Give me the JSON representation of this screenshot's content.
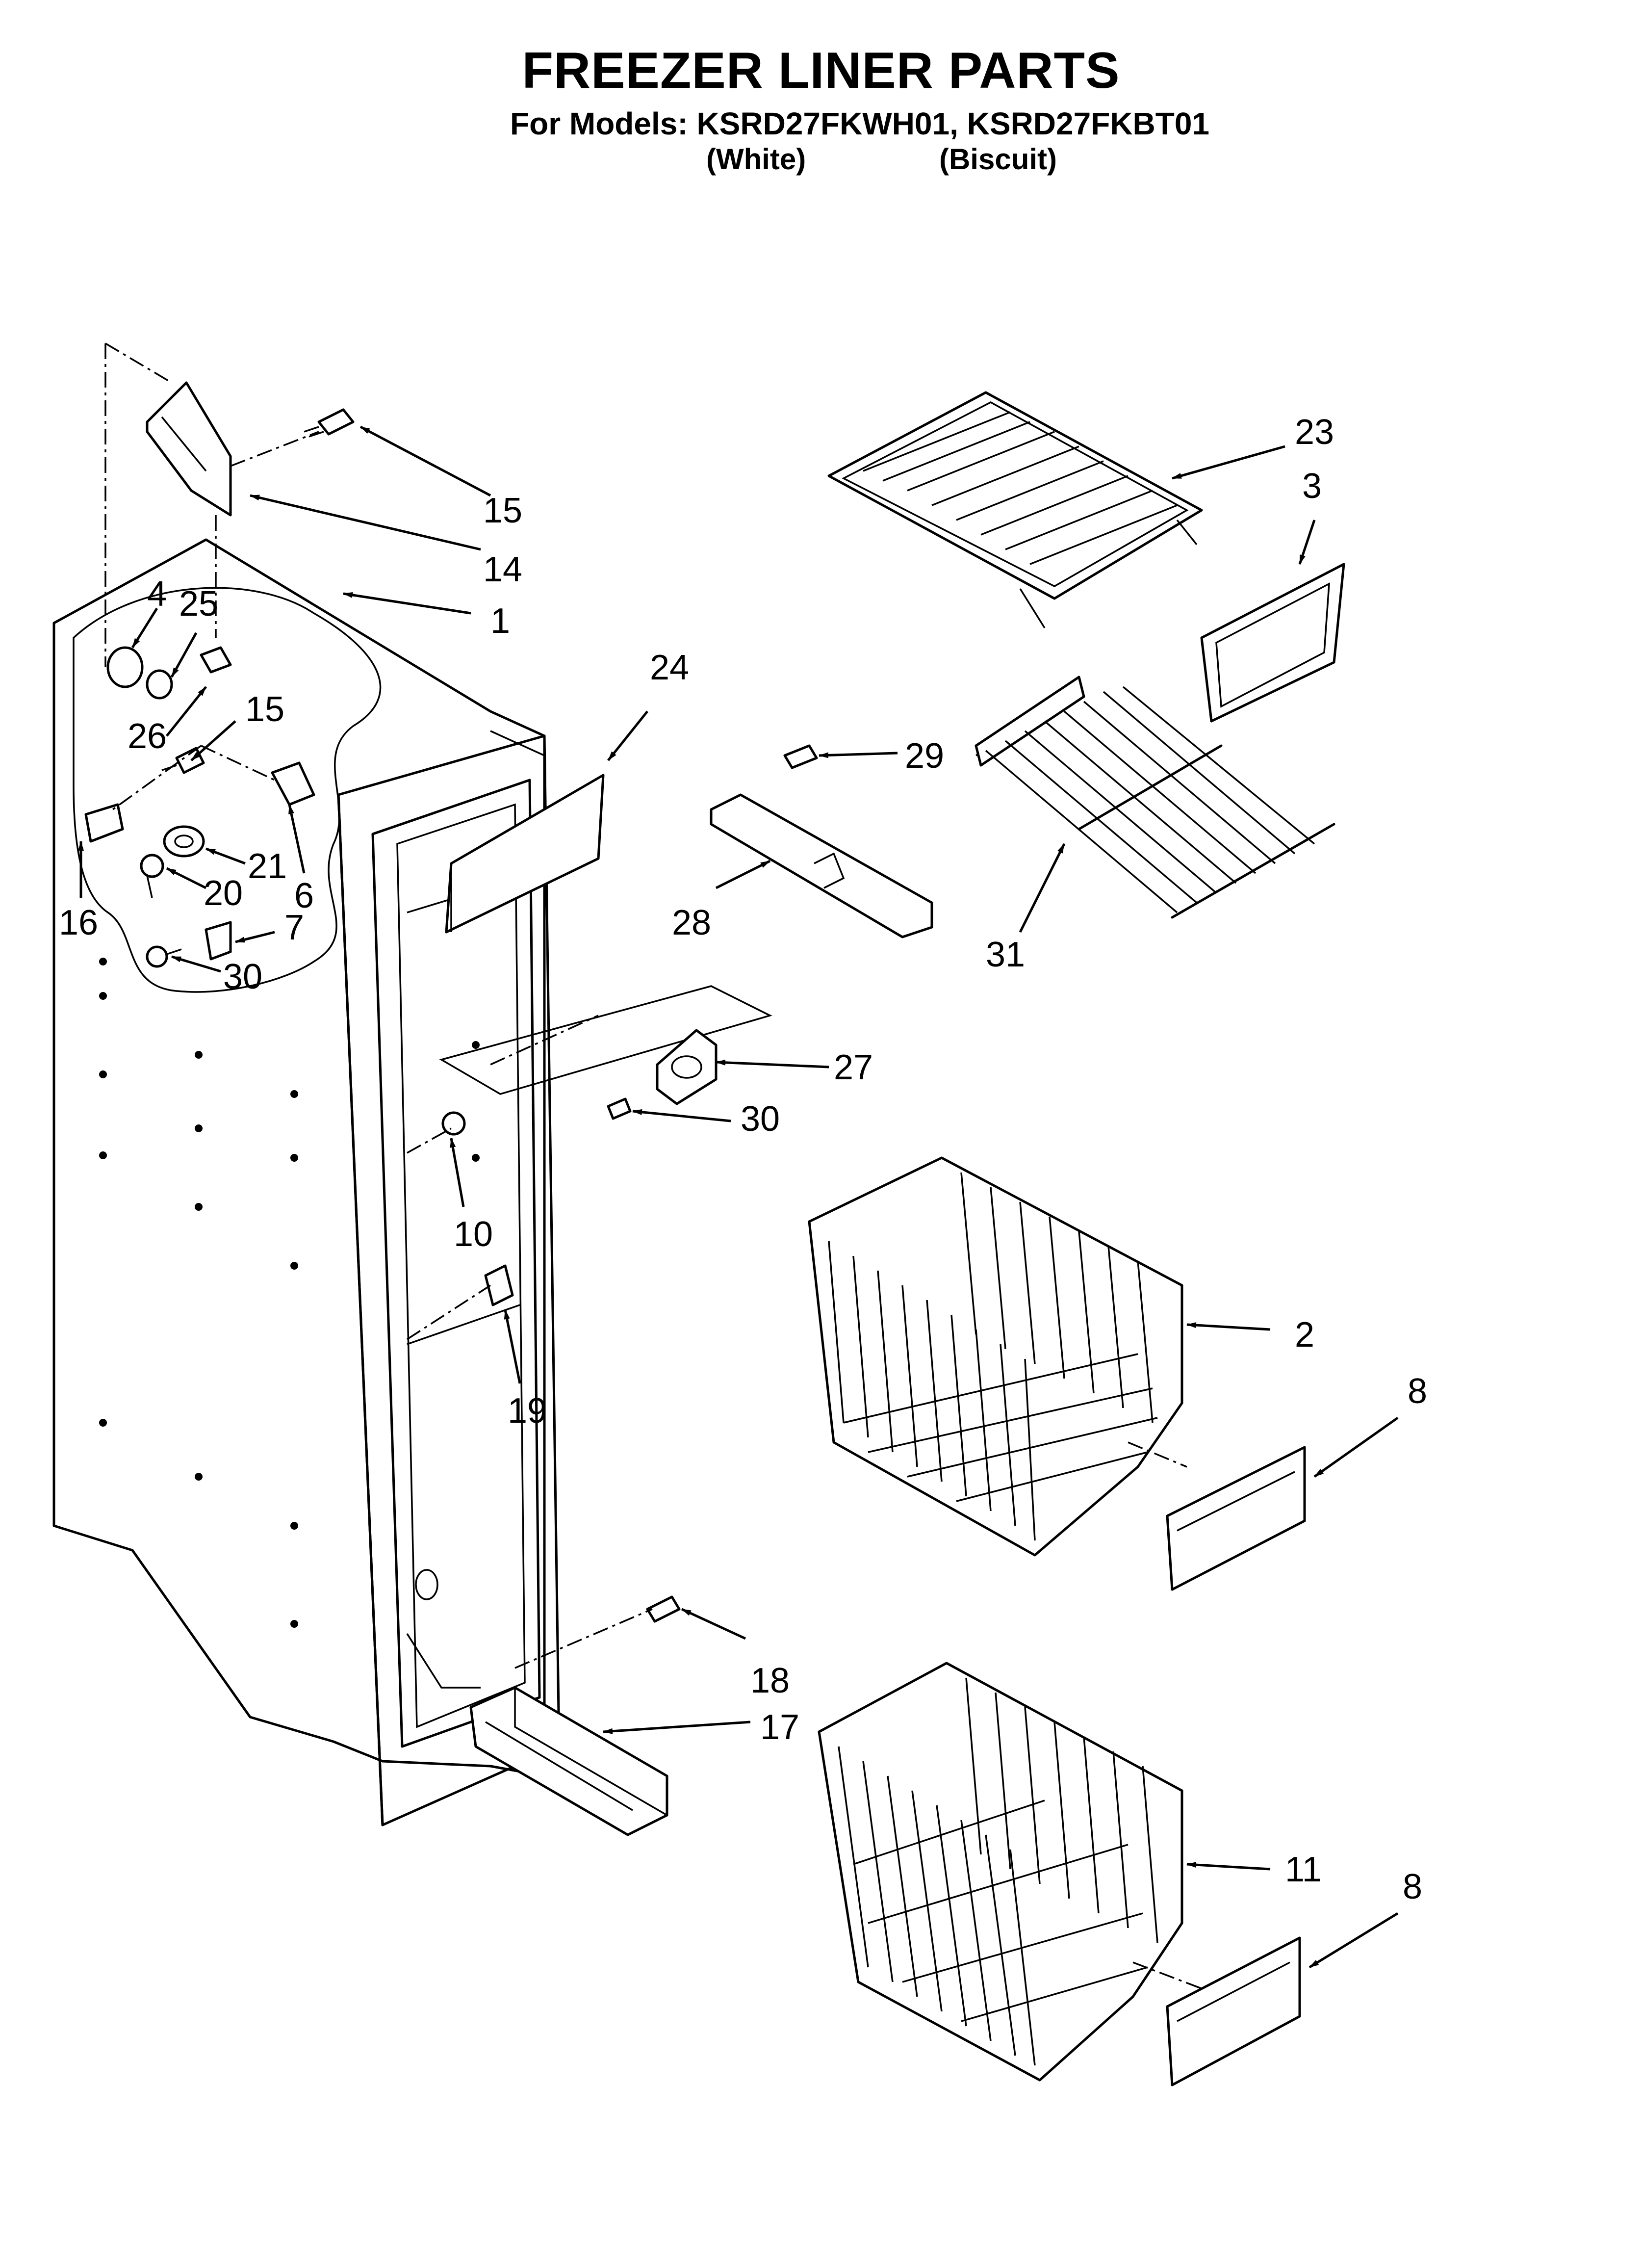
{
  "header": {
    "title": "FREEZER LINER PARTS",
    "subtitle": "For Models: KSRD27FKWH01, KSRD27FKBT01",
    "variants": [
      "(White)",
      "(Biscuit)"
    ]
  },
  "callouts": [
    {
      "id": "c15a",
      "label": "15"
    },
    {
      "id": "c14",
      "label": "14"
    },
    {
      "id": "c1",
      "label": "1"
    },
    {
      "id": "c4",
      "label": "4"
    },
    {
      "id": "c25",
      "label": "25"
    },
    {
      "id": "c26",
      "label": "26"
    },
    {
      "id": "c15b",
      "label": "15"
    },
    {
      "id": "c21",
      "label": "21"
    },
    {
      "id": "c20",
      "label": "20"
    },
    {
      "id": "c6",
      "label": "6"
    },
    {
      "id": "c16",
      "label": "16"
    },
    {
      "id": "c7",
      "label": "7"
    },
    {
      "id": "c30a",
      "label": "30"
    },
    {
      "id": "c24",
      "label": "24"
    },
    {
      "id": "c23",
      "label": "23"
    },
    {
      "id": "c3",
      "label": "3"
    },
    {
      "id": "c29",
      "label": "29"
    },
    {
      "id": "c28",
      "label": "28"
    },
    {
      "id": "c31",
      "label": "31"
    },
    {
      "id": "c27",
      "label": "27"
    },
    {
      "id": "c30b",
      "label": "30"
    },
    {
      "id": "c10",
      "label": "10"
    },
    {
      "id": "c19",
      "label": "19"
    },
    {
      "id": "c2",
      "label": "2"
    },
    {
      "id": "c8a",
      "label": "8"
    },
    {
      "id": "c18",
      "label": "18"
    },
    {
      "id": "c17",
      "label": "17"
    },
    {
      "id": "c11",
      "label": "11"
    },
    {
      "id": "c8b",
      "label": "8"
    }
  ]
}
